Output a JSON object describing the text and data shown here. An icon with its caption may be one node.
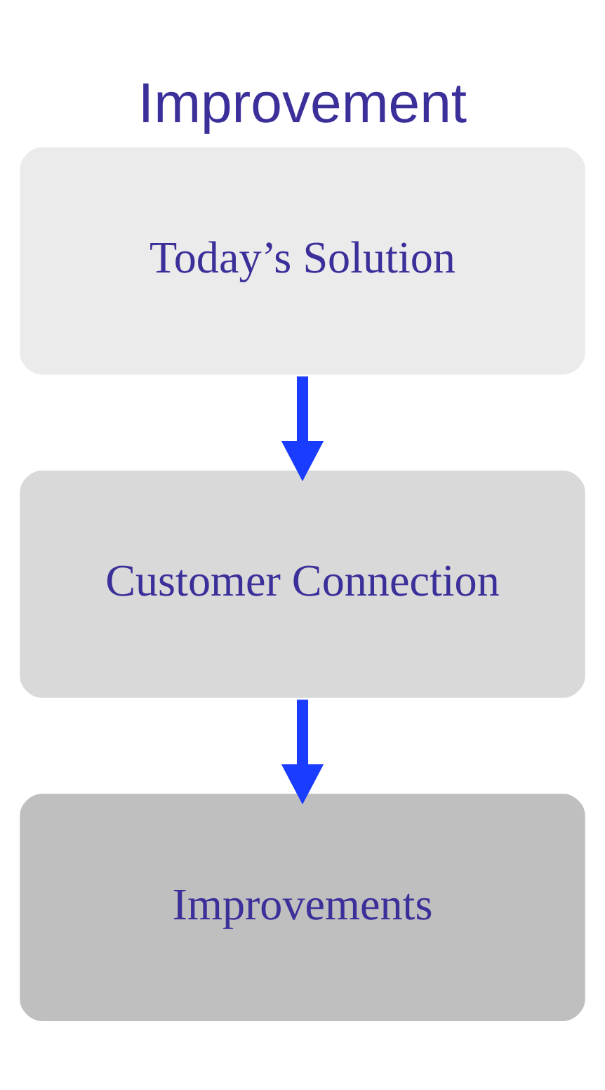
{
  "diagram": {
    "title": "Improvement",
    "nodes": [
      {
        "text": [
          "Today’s Solution"
        ]
      },
      {
        "text": [
          "Customer Connection"
        ]
      },
      {
        "text": [
          "Improvements"
        ]
      }
    ],
    "edges": [
      {
        "from": 0,
        "to": 1,
        "arrow": "to"
      },
      {
        "from": 1,
        "to": 2,
        "arrow": "to"
      }
    ]
  }
}
